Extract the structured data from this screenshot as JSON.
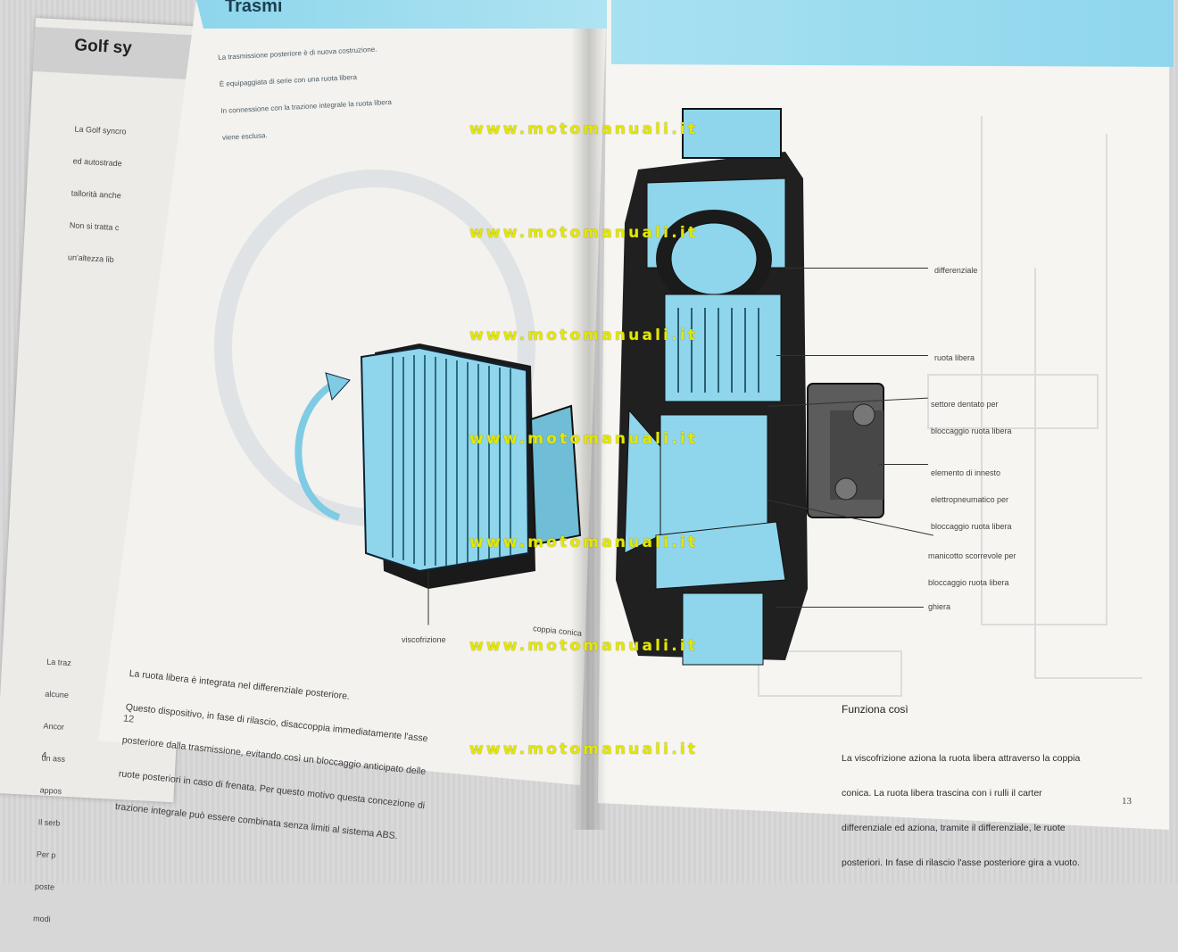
{
  "back_booklet": {
    "title": "Golf sy",
    "text_lines": [
      "La Golf syncro",
      "ed autostrade",
      "tallorità anche",
      "Non si tratta c",
      "un'altezza lib"
    ],
    "bottom_lines": [
      "La traz",
      "alcune",
      "Ancor",
      "un ass",
      "appos",
      "Il serb",
      "Per p",
      "poste",
      "modi"
    ],
    "page_number": "4"
  },
  "left_page": {
    "band_title": "Trasmi",
    "intro_lines": [
      "La trasmissione posteriore è di nuova costruzione.",
      "È equipaggiata di serie con una ruota libera",
      "In connessione con la trazione integrale la ruota libera",
      "viene esclusa."
    ],
    "paragraph_lines": [
      "La ruota libera è integrata nel differenziale posteriore.",
      "Questo dispositivo, in fase di rilascio, disaccoppia immediatamente l'asse",
      "posteriore dalla trasmissione, evitando così un bloccaggio anticipato delle",
      "ruote posteriori in caso di frenata. Per questo motivo questa concezione di",
      "trazione integrale può essere combinata senza limiti al sistema ABS."
    ],
    "page_number": "12"
  },
  "diagram_labels": {
    "viscofrizione": "viscofrizione",
    "coppia_conica": "coppia conica",
    "differenziale": "differenziale",
    "ruota_libera": "ruota libera",
    "settore_dentato": [
      "settore dentato per",
      "bloccaggio ruota libera"
    ],
    "elemento_innesto": [
      "elemento di innesto",
      "elettropneumatico per",
      "bloccaggio ruota libera"
    ],
    "manicotto": [
      "manicotto scorrevole per",
      "bloccaggio ruota libera"
    ],
    "ghiera": "ghiera"
  },
  "right_page": {
    "function_heading": "Funziona così",
    "function_lines": [
      "La viscofrizione aziona la ruota libera attraverso la coppia",
      "conica. La ruota libera trascina con i rulli il carter",
      "differenziale ed aziona, tramite il differenziale, le ruote",
      "posteriori. In fase di rilascio l'asse posteriore gira a vuoto."
    ],
    "page_number": "13"
  },
  "watermark": {
    "text": "www.motomanuali.it",
    "color": "#e4e800"
  },
  "colors": {
    "cyan": "#8fd6ec",
    "page": "#f5f4f0"
  }
}
